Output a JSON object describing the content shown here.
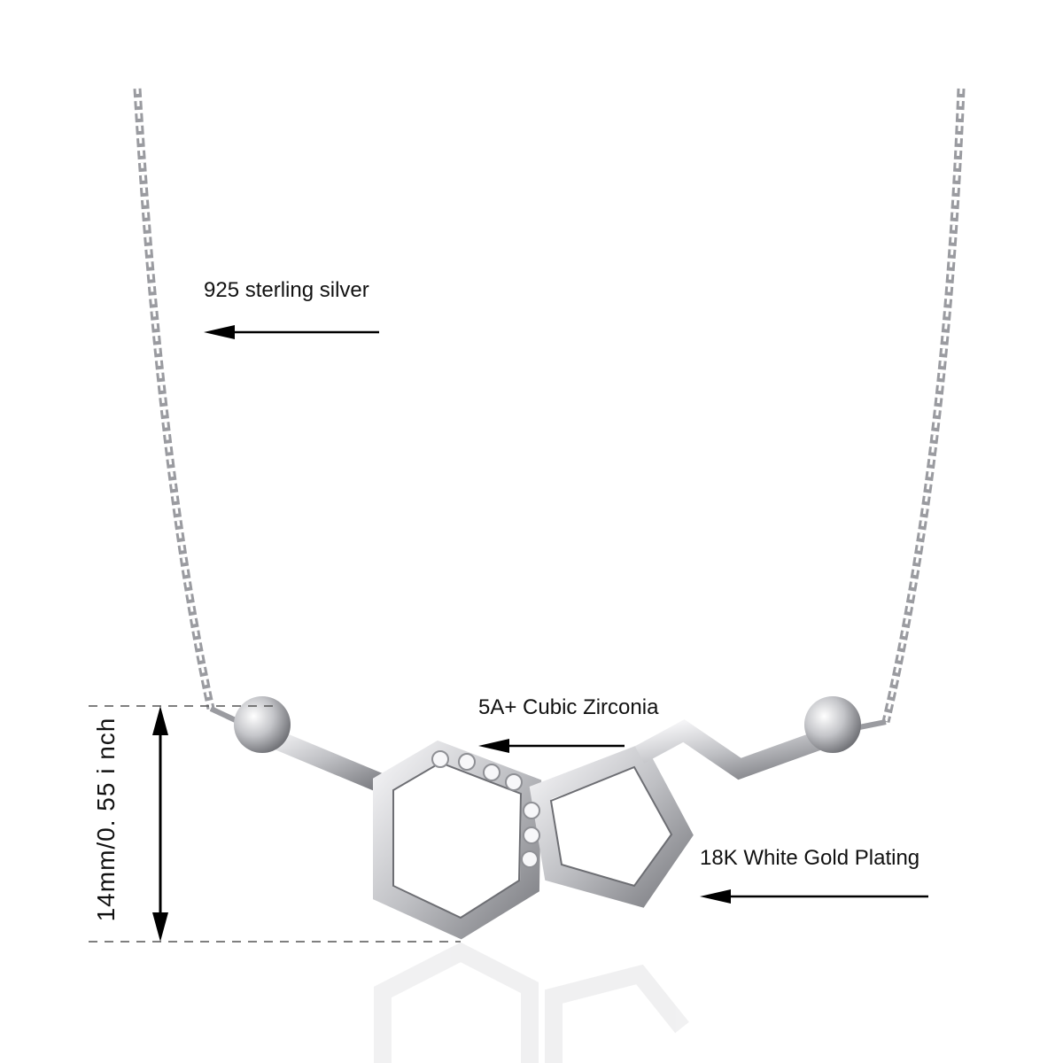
{
  "annotations": {
    "chain_material": "925 sterling silver",
    "stone": "5A+ Cubic Zirconia",
    "plating": "18K White Gold Plating",
    "dimension": "14mm/0. 55 i nch"
  },
  "colors": {
    "metal": "#c9c9cc",
    "metal_dark": "#8e8e93",
    "text": "#111111"
  }
}
